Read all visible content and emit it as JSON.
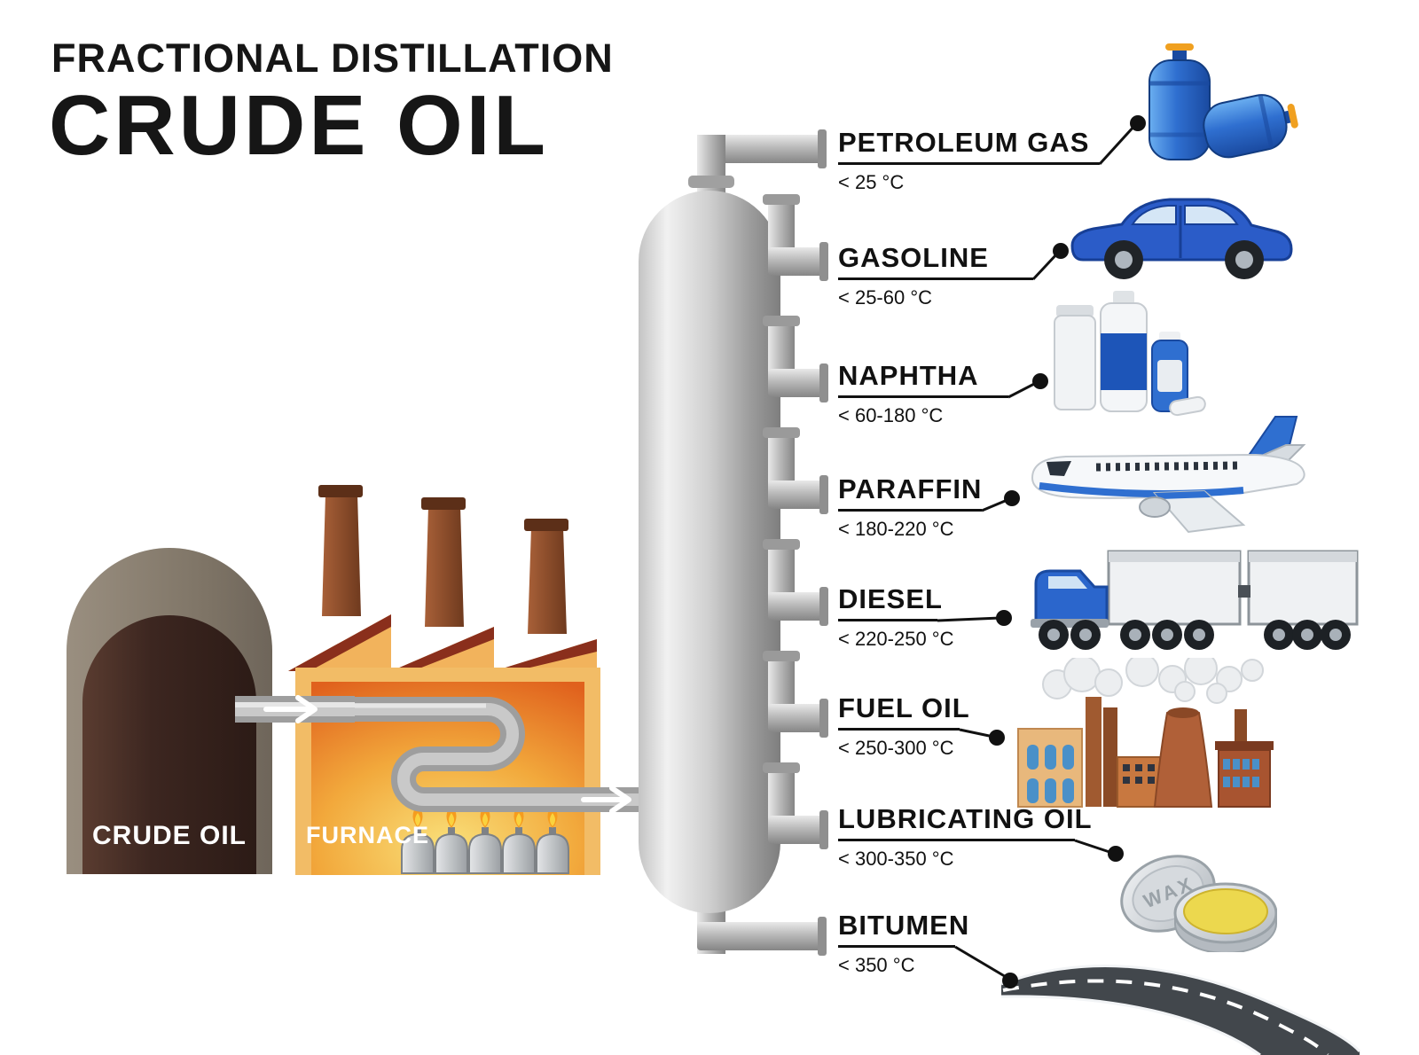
{
  "title": {
    "line1": "FRACTIONAL DISTILLATION",
    "line2": "CRUDE OIL"
  },
  "equipment": {
    "tank_label": "CRUDE OIL",
    "furnace_label": "FURNACE"
  },
  "fractions": [
    {
      "name": "PETROLEUM GAS",
      "temp": "< 25 °C",
      "icon": "gas-cylinders"
    },
    {
      "name": "GASOLINE",
      "temp": "< 25-60 °C",
      "icon": "car"
    },
    {
      "name": "NAPHTHA",
      "temp": "< 60-180 °C",
      "icon": "chemical-bottles"
    },
    {
      "name": "PARAFFIN",
      "temp": "< 180-220 °C",
      "icon": "airplane"
    },
    {
      "name": "DIESEL",
      "temp": "< 220-250 °C",
      "icon": "truck"
    },
    {
      "name": "FUEL OIL",
      "temp": "< 250-300 °C",
      "icon": "factory"
    },
    {
      "name": "LUBRICATING OIL",
      "temp": "< 300-350 °C",
      "icon": "wax-tin"
    },
    {
      "name": "BITUMEN",
      "temp": "< 350 °C",
      "icon": "road"
    }
  ],
  "wax_label": "WAX",
  "colors": {
    "ink": "#111111",
    "accent_blue": "#2f6fd0",
    "furnace_orange": "#f2a93c",
    "metal_gray": "#b9b9b9",
    "tank_brown": "#33201b"
  }
}
